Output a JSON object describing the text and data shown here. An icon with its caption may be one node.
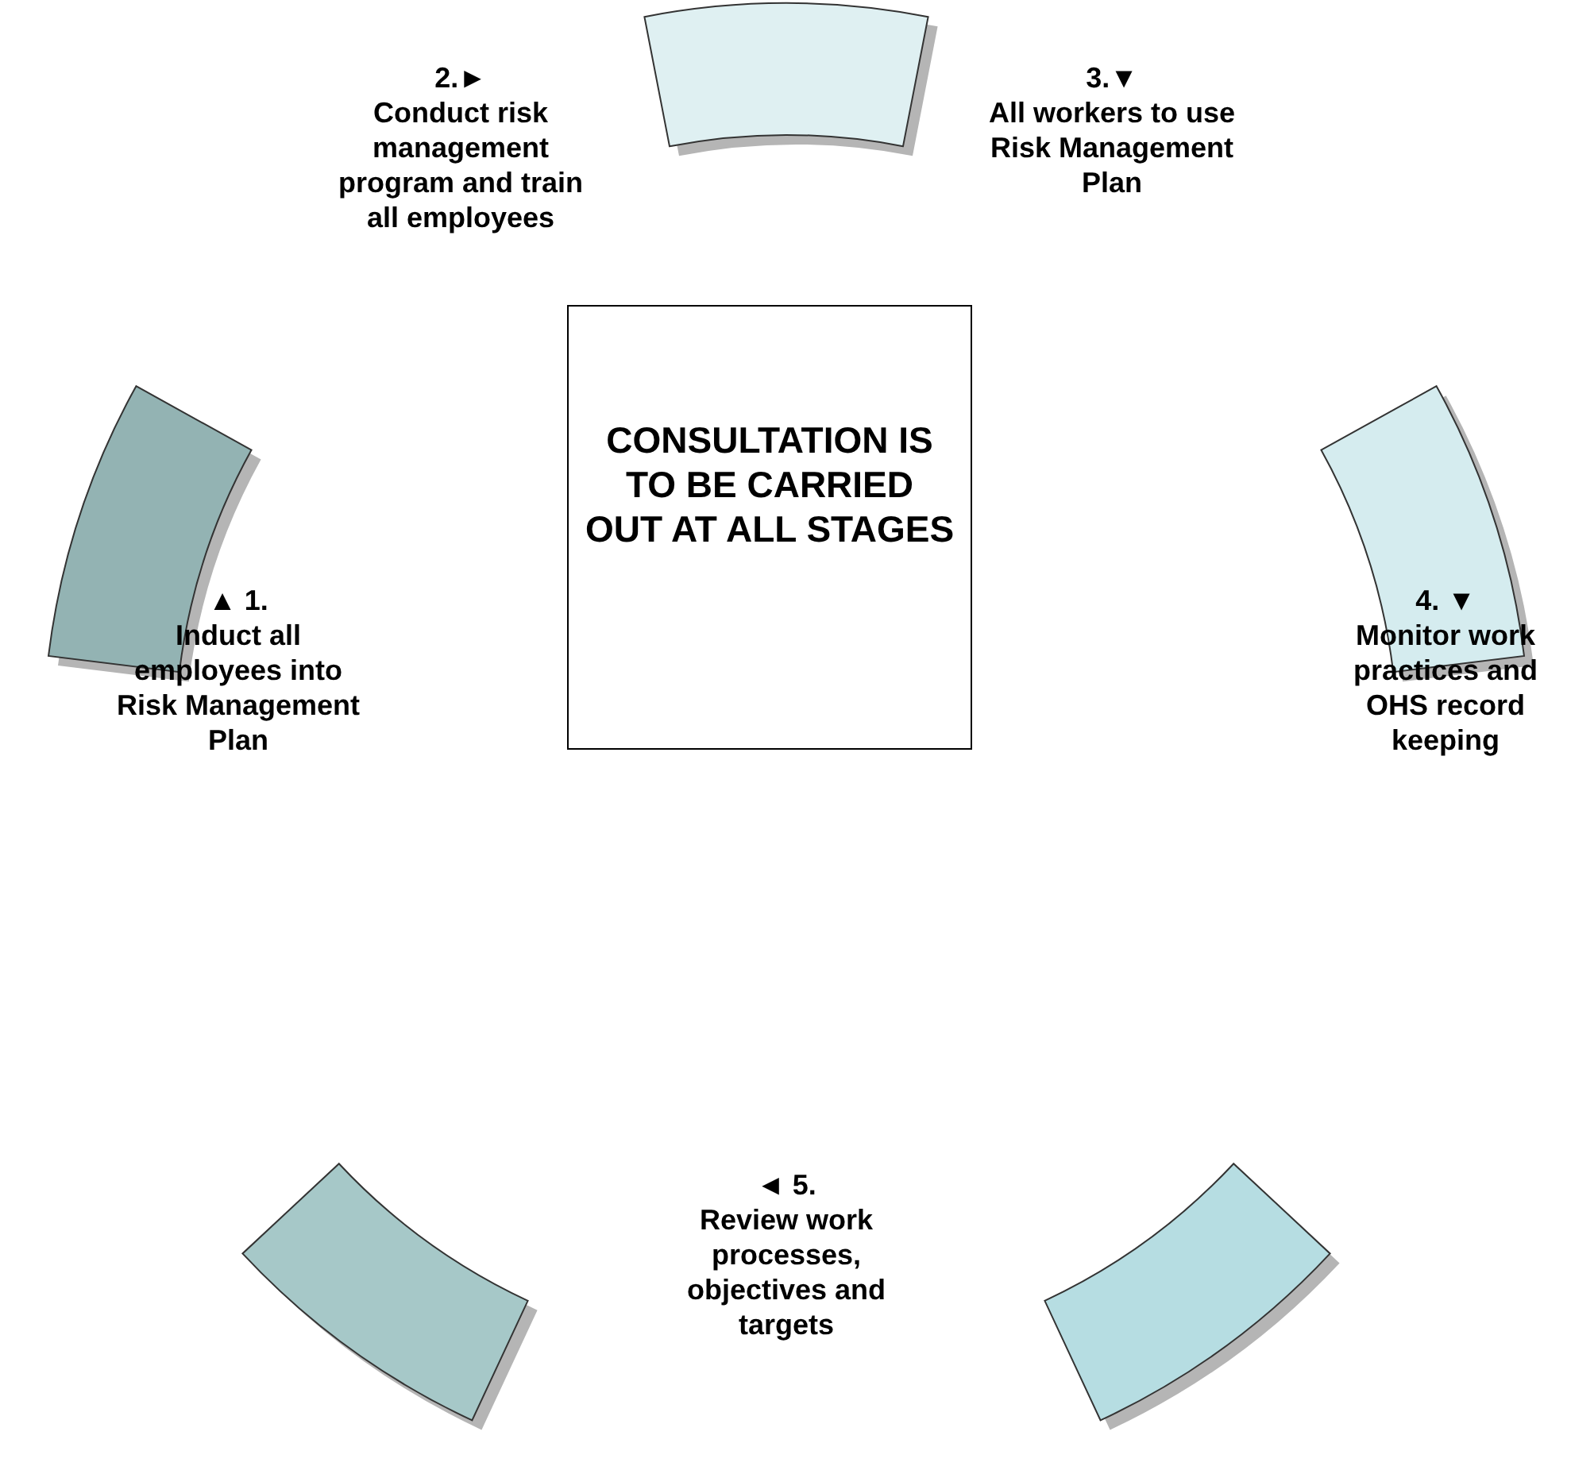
{
  "diagram": {
    "nodes": [
      {
        "text": [
          "CONSULTATION IS TO BE CARRIED OUT AT ALL STAGES"
        ]
      },
      {
        "text": [],
        "shape": "arc"
      },
      {
        "text": [],
        "shape": "arc"
      },
      {
        "text": [],
        "shape": "arc"
      },
      {
        "text": [],
        "shape": "arc"
      },
      {
        "text": [],
        "shape": "arc"
      }
    ],
    "edges": [],
    "labels": [
      "2.►",
      "Conduct risk management program and train all employees",
      "3.▼",
      "All workers to use Risk Management Plan",
      "▲ 1.",
      "Induct all employees into Risk Management Plan",
      "4. ▼",
      "Monitor work practices and OHS record keeping",
      "◄ 5.",
      "Review work processes, objectives and targets"
    ]
  }
}
